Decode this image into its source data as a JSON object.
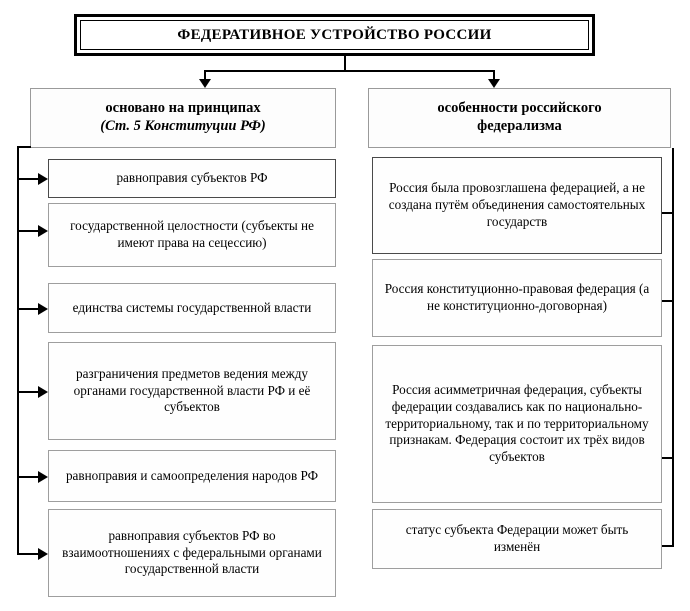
{
  "title": {
    "text": "ФЕДЕРАТИВНОЕ УСТРОЙСТВО РОССИИ"
  },
  "columns": {
    "left": {
      "header": {
        "line1": "основано на принципах",
        "line2": "(Ст. 5 Конституции РФ)"
      },
      "items": [
        {
          "text": "равноправия субъектов РФ"
        },
        {
          "text": "государственной целостности (субъекты не имеют права на сецессию)"
        },
        {
          "text": "единства системы государственной власти"
        },
        {
          "text": "разграничения предметов ведения между органами государственной власти РФ и её субъектов"
        },
        {
          "text": "равноправия и самоопределения народов РФ"
        },
        {
          "text": "равноправия субъектов РФ во взаимоотношениях с федеральными органами государственной власти"
        }
      ]
    },
    "right": {
      "header": {
        "line1": "особенности российского",
        "line2": "федерализма"
      },
      "items": [
        {
          "text": "Россия была провозглашена федерацией, а не создана путём объединения самостоятельных государств"
        },
        {
          "text": "Россия конституционно-правовая федерация (а не конституционно-договорная)"
        },
        {
          "text": "Россия асимметричная федерация, субъекты федерации создавались как по национально-территориальному, так и по территориальному признакам. Федерация состоит их трёх видов субъектов"
        },
        {
          "text": "статус субъекта Федерации может быть изменён"
        }
      ]
    }
  },
  "colors": {
    "line": "#000000",
    "box_border": "#9e9e9e",
    "background": "#ffffff",
    "text": "#000000"
  }
}
